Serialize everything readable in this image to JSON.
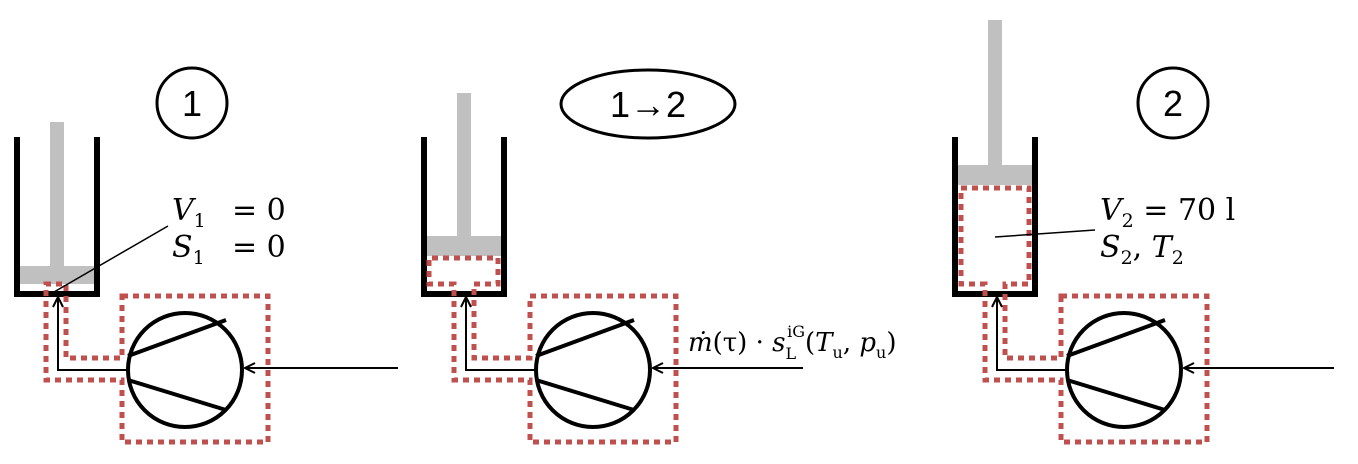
{
  "states": {
    "s1": {
      "label": "1",
      "v_sym": "V",
      "v_sub": "1",
      "v_rel": "= 0",
      "s_sym": "S",
      "s_sub": "1",
      "s_rel": "= 0"
    },
    "s12": {
      "label": "1→2",
      "flow_mdot": "ṁ",
      "flow_mid": "(τ) · ",
      "flow_s": "s",
      "flow_sub": "L",
      "flow_sup": "iG",
      "flow_args_open": "(",
      "flow_tu": "T",
      "flow_tu_sub": "u",
      "flow_comma": ", ",
      "flow_pu": "p",
      "flow_pu_sub": "u",
      "flow_args_close": ")"
    },
    "s2": {
      "label": "2",
      "v_sym": "V",
      "v_sub": "2",
      "v_rel": " = 70 l",
      "s_sym": "S",
      "s_sub": "2",
      "s_sep": ",  ",
      "t_sym": "T",
      "t_sub": "2"
    }
  },
  "colors": {
    "wall": "#000000",
    "piston": "#c0c0c0",
    "boundary": "#c0504d"
  }
}
